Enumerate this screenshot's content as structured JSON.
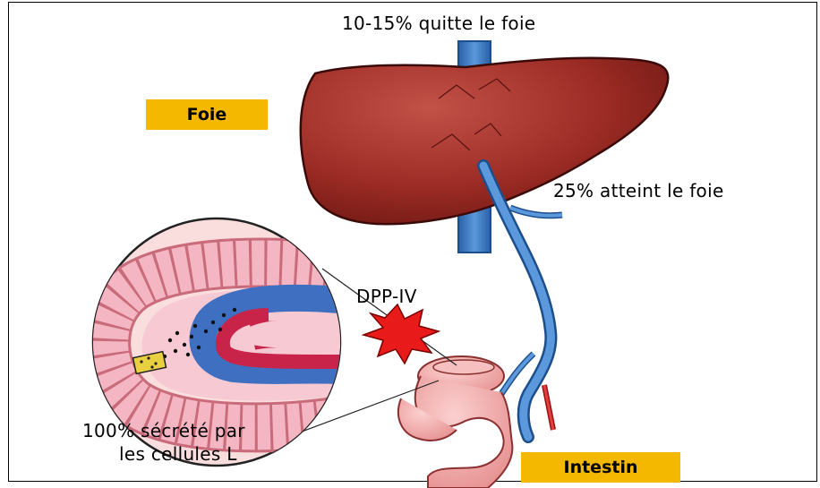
{
  "labels": {
    "top": "10-15% quitte le foie",
    "right": "25% atteint le foie",
    "dpp": "DPP-IV",
    "secreted_line1": "100% sécrété par",
    "secreted_line2": "les cellules L"
  },
  "tags": {
    "liver": "Foie",
    "intestine": "Intestin"
  },
  "colors": {
    "liver": "#9b2b24",
    "vein": "#3f7ec6",
    "artery": "#c81e1e",
    "intestine": "#f0a0a0",
    "tag_background": "#f5b800",
    "burst": "#e81a1a"
  }
}
